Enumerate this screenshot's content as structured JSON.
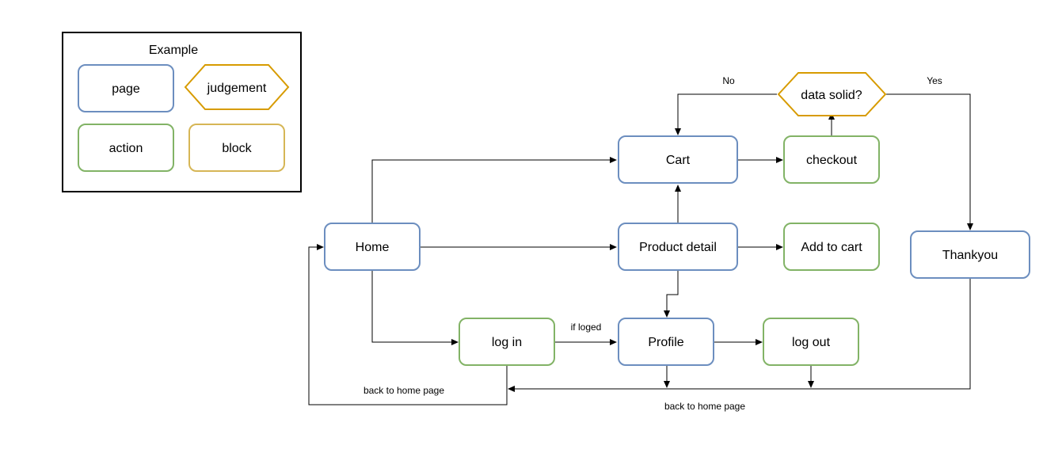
{
  "colors": {
    "page_stroke": "#6c8ebf",
    "action_stroke": "#82b366",
    "block_stroke": "#d6b656",
    "judgement_stroke": "#d79b00",
    "edge": "#000000",
    "legend_border": "#000000"
  },
  "legend": {
    "title": "Example",
    "page": "page",
    "judgement": "judgement",
    "action": "action",
    "block": "block"
  },
  "nodes": {
    "home": "Home",
    "cart": "Cart",
    "checkout": "checkout",
    "data_solid": "data solid?",
    "product_detail": "Product detail",
    "add_to_cart": "Add to cart",
    "thankyou": "Thankyou",
    "log_in": "log in",
    "profile": "Profile",
    "log_out": "log out"
  },
  "edge_labels": {
    "no": "No",
    "yes": "Yes",
    "if_loged": "if loged",
    "back_home_1": "back to home page",
    "back_home_2": "back to home page"
  }
}
